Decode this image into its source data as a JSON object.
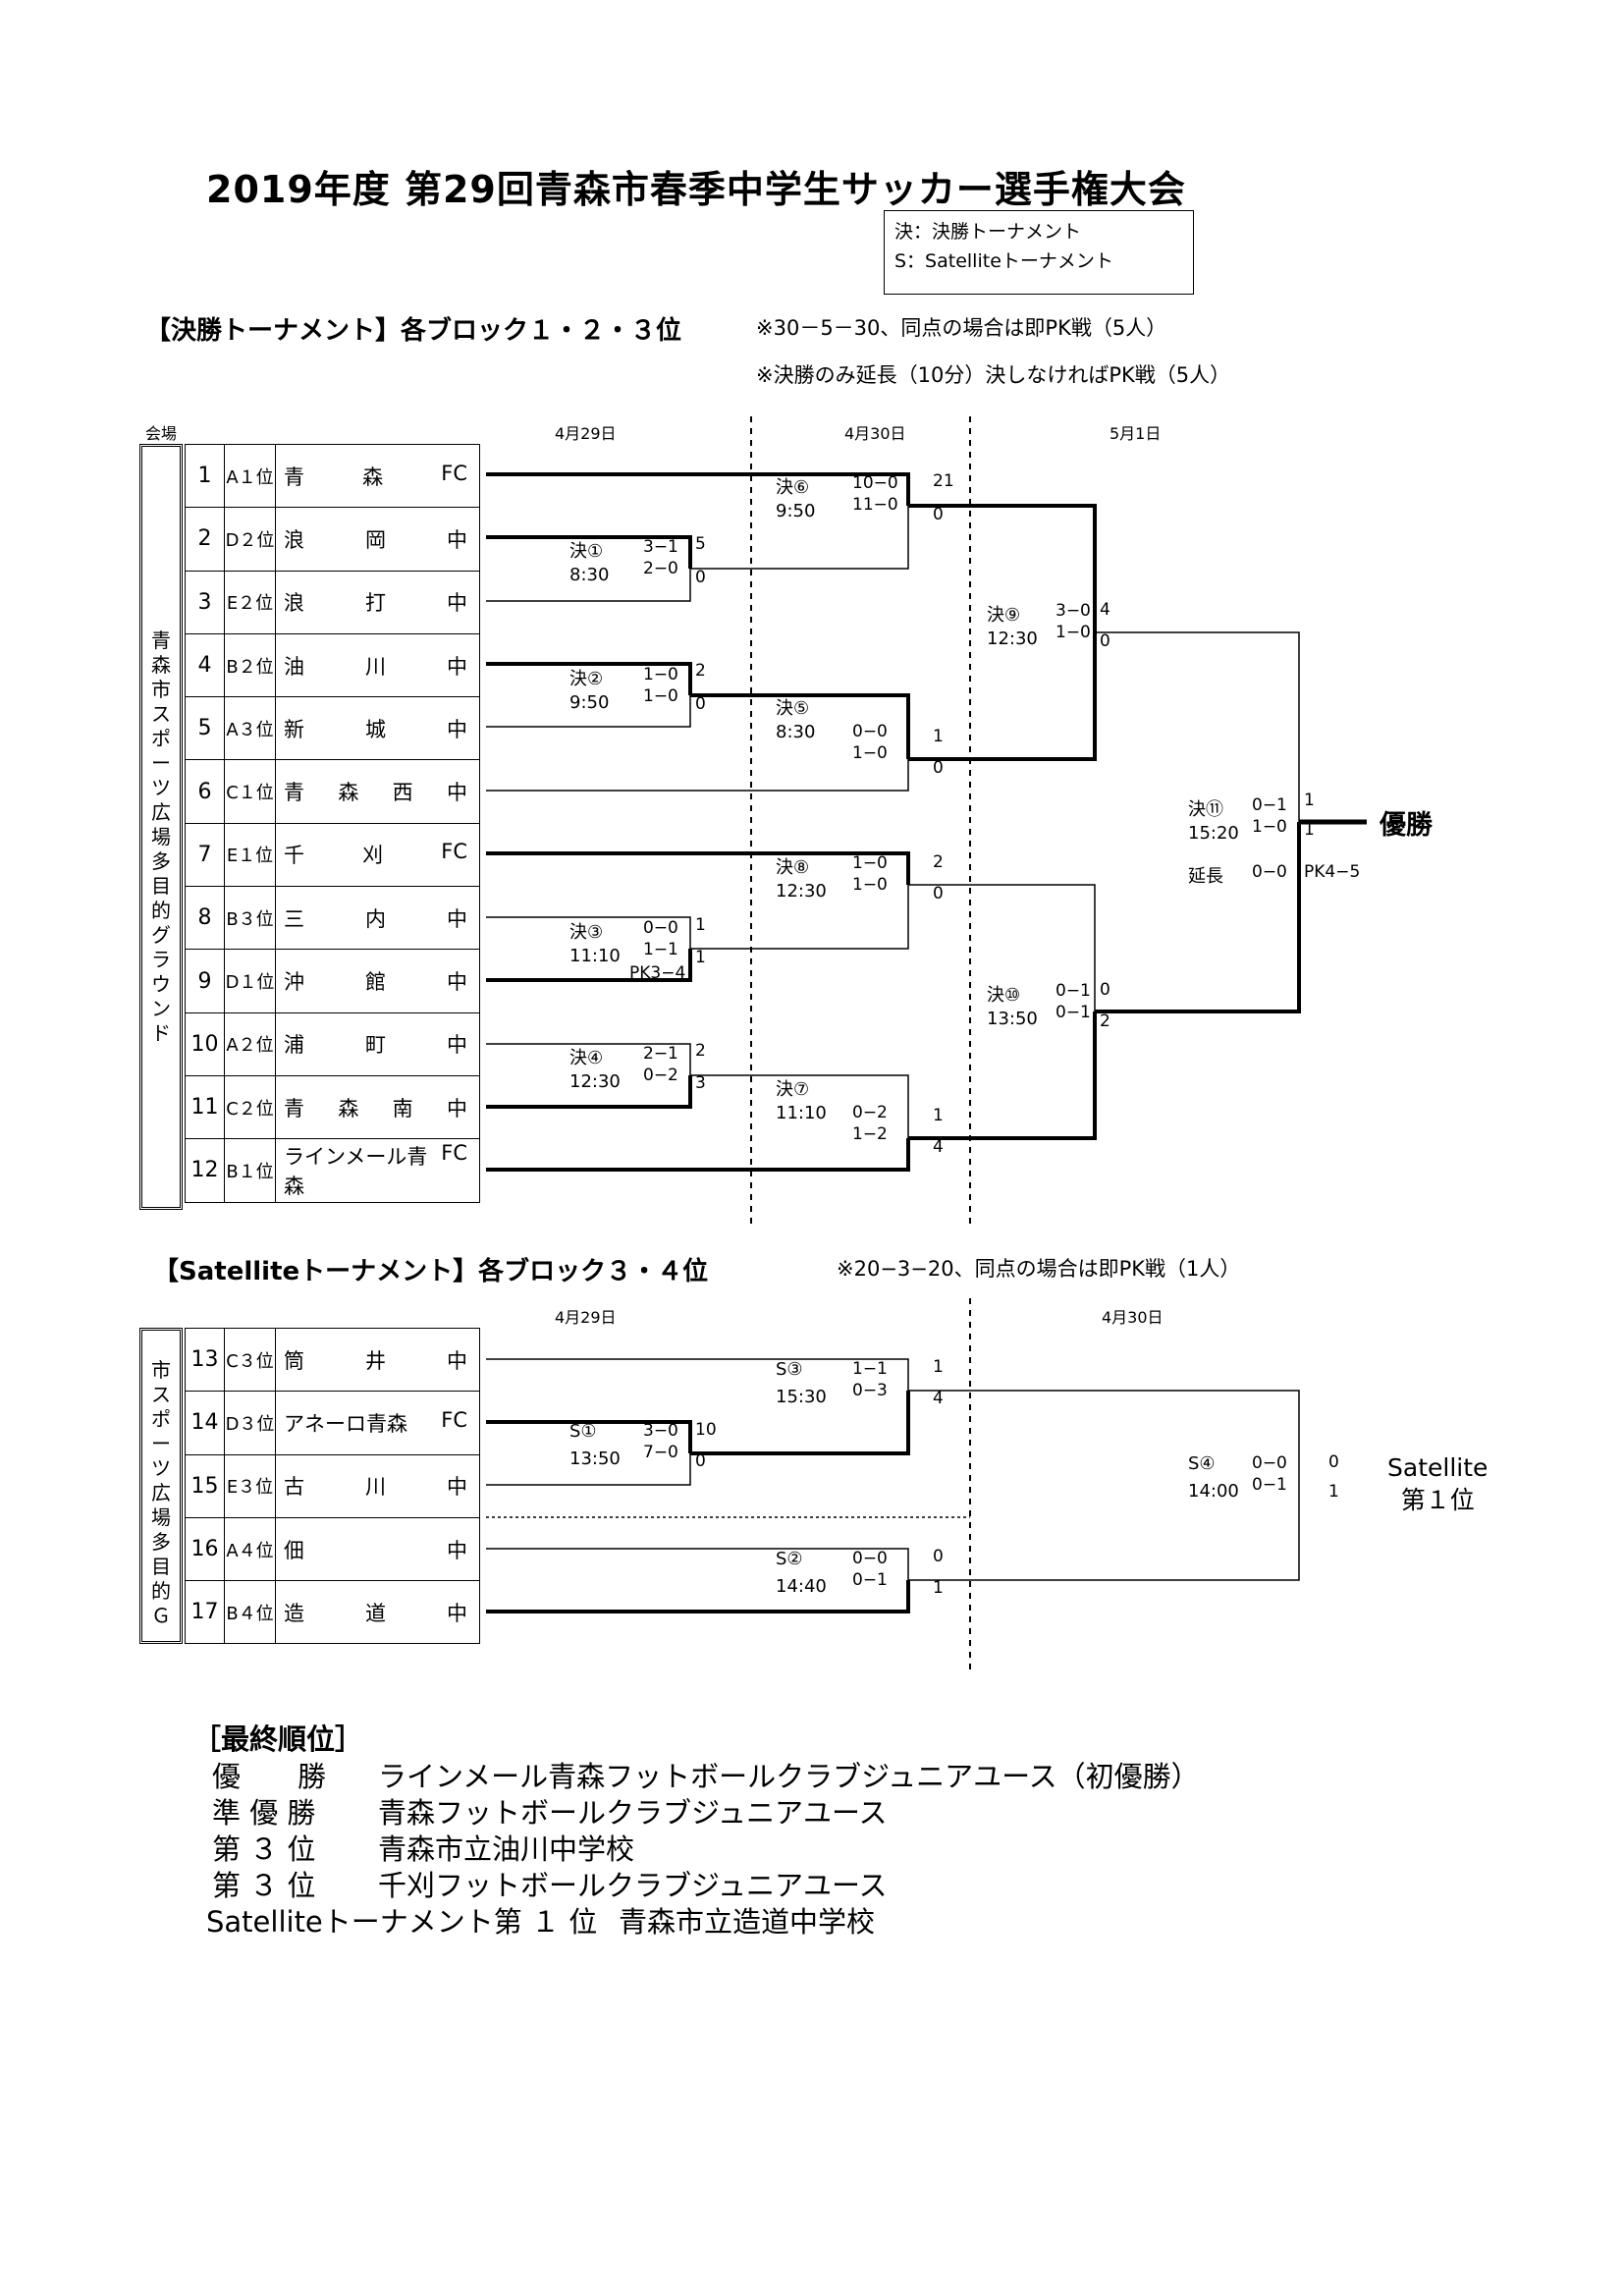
{
  "title": "2019年度 第29回青森市春季中学生サッカー選手権大会",
  "legend": [
    "決：決勝トーナメント",
    "S：Satelliteトーナメント"
  ],
  "main": {
    "heading": "【決勝トーナメント】各ブロック１・２・３位",
    "note1": "※30－5－30、同点の場合は即PK戦（5人）",
    "note2": "※決勝のみ延長（10分）決しなければPK戦（5人）",
    "venue_label": "会場",
    "venue": "青森市スポーツ広場多目的グラウンド",
    "dates": [
      "4月29日",
      "4月30日",
      "5月1日"
    ],
    "teams": [
      {
        "no": "1",
        "seed": "A１位",
        "name": [
          "青",
          "森",
          "FC"
        ]
      },
      {
        "no": "2",
        "seed": "D２位",
        "name": [
          "浪",
          "岡",
          "中"
        ]
      },
      {
        "no": "3",
        "seed": "E２位",
        "name": [
          "浪",
          "打",
          "中"
        ]
      },
      {
        "no": "4",
        "seed": "B２位",
        "name": [
          "油",
          "川",
          "中"
        ]
      },
      {
        "no": "5",
        "seed": "A３位",
        "name": [
          "新",
          "城",
          "中"
        ]
      },
      {
        "no": "6",
        "seed": "C１位",
        "name": [
          "青",
          "森",
          "西",
          "中"
        ]
      },
      {
        "no": "7",
        "seed": "E１位",
        "name": [
          "千",
          "刈",
          "FC"
        ]
      },
      {
        "no": "8",
        "seed": "B３位",
        "name": [
          "三",
          "内",
          "中"
        ]
      },
      {
        "no": "9",
        "seed": "D１位",
        "name": [
          "沖",
          "館",
          "中"
        ]
      },
      {
        "no": "10",
        "seed": "A２位",
        "name": [
          "浦",
          "町",
          "中"
        ]
      },
      {
        "no": "11",
        "seed": "C２位",
        "name": [
          "青",
          "森",
          "南",
          "中"
        ]
      },
      {
        "no": "12",
        "seed": "B１位",
        "name": [
          "ラインメール青森",
          "FC"
        ]
      }
    ],
    "matches": [
      {
        "id": "m1",
        "label": "決①",
        "time": "8:30",
        "s1": "3−1",
        "s2": "2−0",
        "top": "5",
        "bot": "0"
      },
      {
        "id": "m2",
        "label": "決②",
        "time": "9:50",
        "s1": "1−0",
        "s2": "1−0",
        "top": "2",
        "bot": "0"
      },
      {
        "id": "m3",
        "label": "決③",
        "time": "11:10",
        "s1": "0−0",
        "s2": "1−1",
        "pk": "PK3−4",
        "top": "1",
        "bot": "1"
      },
      {
        "id": "m4",
        "label": "決④",
        "time": "12:30",
        "s1": "2−1",
        "s2": "0−2",
        "top": "2",
        "bot": "3"
      },
      {
        "id": "m6",
        "label": "決⑥",
        "time": "9:50",
        "s1": "10−0",
        "s2": "11−0",
        "top": "21",
        "bot": "0"
      },
      {
        "id": "m5",
        "label": "決⑤",
        "time": "8:30",
        "s1": "0−0",
        "s2": "1−0",
        "top": "1",
        "bot": "0"
      },
      {
        "id": "m8",
        "label": "決⑧",
        "time": "12:30",
        "s1": "1−0",
        "s2": "1−0",
        "top": "2",
        "bot": "0"
      },
      {
        "id": "m7",
        "label": "決⑦",
        "time": "11:10",
        "s1": "0−2",
        "s2": "1−2",
        "top": "1",
        "bot": "4"
      },
      {
        "id": "m9",
        "label": "決⑨",
        "time": "12:30",
        "s1": "3−0",
        "s2": "1−0",
        "top": "4",
        "bot": "0"
      },
      {
        "id": "m10",
        "label": "決⑩",
        "time": "13:50",
        "s1": "0−1",
        "s2": "0−1",
        "top": "0",
        "bot": "2"
      },
      {
        "id": "final",
        "label": "決⑪",
        "time": "15:20",
        "s1": "0−1",
        "s2": "1−0",
        "et_label": "延長",
        "et": "0−0",
        "pk": "PK4−5",
        "top": "1",
        "bot": "1"
      }
    ],
    "champion": "優勝"
  },
  "satellite": {
    "heading": "【Satelliteトーナメント】各ブロック３・４位",
    "note": "※20−3−20、同点の場合は即PK戦（1人）",
    "venue": "市スポーツ広場多目的Ｇ",
    "dates": [
      "4月29日",
      "4月30日"
    ],
    "teams": [
      {
        "no": "13",
        "seed": "C３位",
        "name": [
          "筒",
          "井",
          "中"
        ]
      },
      {
        "no": "14",
        "seed": "D３位",
        "name": [
          "アネーロ青森",
          "FC"
        ]
      },
      {
        "no": "15",
        "seed": "E３位",
        "name": [
          "古",
          "川",
          "中"
        ]
      },
      {
        "no": "16",
        "seed": "A４位",
        "name": [
          "佃",
          "中"
        ]
      },
      {
        "no": "17",
        "seed": "B４位",
        "name": [
          "造",
          "道",
          "中"
        ]
      }
    ],
    "matches": [
      {
        "id": "s1",
        "label": "S①",
        "time": "13:50",
        "s1": "3−0",
        "s2": "7−0",
        "top": "10",
        "bot": "0"
      },
      {
        "id": "s3",
        "label": "S③",
        "time": "15:30",
        "s1": "1−1",
        "s2": "0−3",
        "top": "1",
        "bot": "4"
      },
      {
        "id": "s2",
        "label": "S②",
        "time": "14:40",
        "s1": "0−0",
        "s2": "0−1",
        "top": "0",
        "bot": "1"
      },
      {
        "id": "s4",
        "label": "S④",
        "time": "14:00",
        "s1": "0−0",
        "s2": "0−1",
        "top": "0",
        "bot": "1"
      }
    ],
    "winner": [
      "Satellite",
      "第１位"
    ]
  },
  "ranking": {
    "heading": "［最終順位］",
    "rows": [
      {
        "rank": "優　　勝",
        "team": "ラインメール青森フットボールクラブジュニアユース（初優勝）"
      },
      {
        "rank": "準 優 勝",
        "team": "青森フットボールクラブジュニアユース"
      },
      {
        "rank": "第 ３ 位",
        "team": "青森市立油川中学校"
      },
      {
        "rank": "第 ３ 位",
        "team": "千刈フットボールクラブジュニアユース"
      },
      {
        "rank": "Satelliteトーナメント第 １ 位",
        "team": "青森市立造道中学校"
      }
    ]
  }
}
